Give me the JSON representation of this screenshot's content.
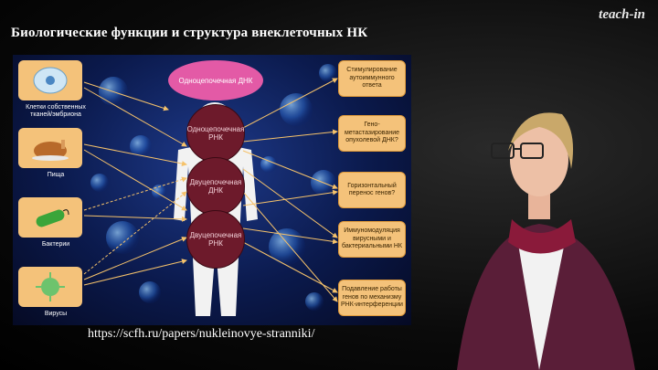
{
  "header": {
    "title": "Биологические функции и структура внеклеточных НК",
    "logo": "teach-in"
  },
  "slide": {
    "sources": [
      {
        "label": "Клетки собственных тканей/эмбриона",
        "icon": "cell-icon"
      },
      {
        "label": "Пища",
        "icon": "roast-chicken-icon"
      },
      {
        "label": "Бактерии",
        "icon": "bacterium-icon"
      },
      {
        "label": "Вирусы",
        "icon": "virus-icon"
      }
    ],
    "nucleic_acids": {
      "dna": "Одноцепочечная ДНК",
      "rna_single": "Одноцепочечная РНК",
      "dna_double": "Двуцепочечная ДНК",
      "rna_double": "Двуцепочечная РНК"
    },
    "functions": [
      "Стимулирование аутоиммунного ответа",
      "Гено-метастазирование опухолевой ДНК?",
      "Горизонтальный перенос генов?",
      "Иммуномодуляция вирусными и бактериальными НК",
      "Подавление работы генов по механизму РНК-интерференции"
    ]
  },
  "source_url": "https://scfh.ru/papers/nukleinovye-stranniki/",
  "colors": {
    "slide_bg": "#0b1a4d",
    "card": "#f4c27a",
    "dna_pink": "#e35aa6",
    "rna_maroon": "#6d1a2b",
    "arrow": "#f5c26b"
  }
}
